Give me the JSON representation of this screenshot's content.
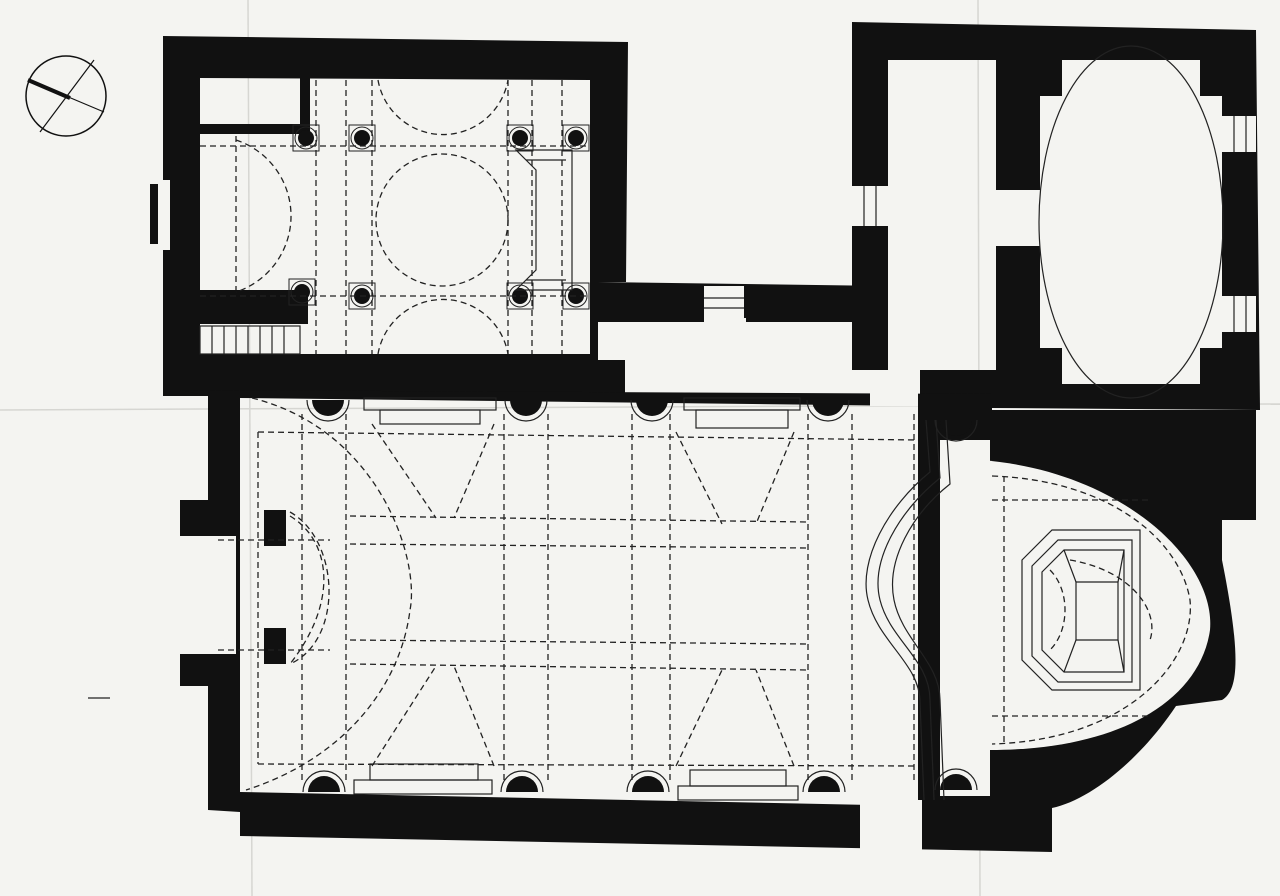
{
  "document": {
    "kind": "architectural floor plan",
    "printed_text": []
  },
  "colors": {
    "paper": "#f4f4f1",
    "ink": "#111111",
    "line": "#222222",
    "fold": "#d6d6d2"
  },
  "icons": {
    "orientation": "north-arrow-icon"
  },
  "elements": {
    "north_arrow": "north-arrow-icon",
    "upper_left_block": "chapel",
    "upper_right_block": "side room",
    "main_block": "nave",
    "apse": "apse"
  }
}
